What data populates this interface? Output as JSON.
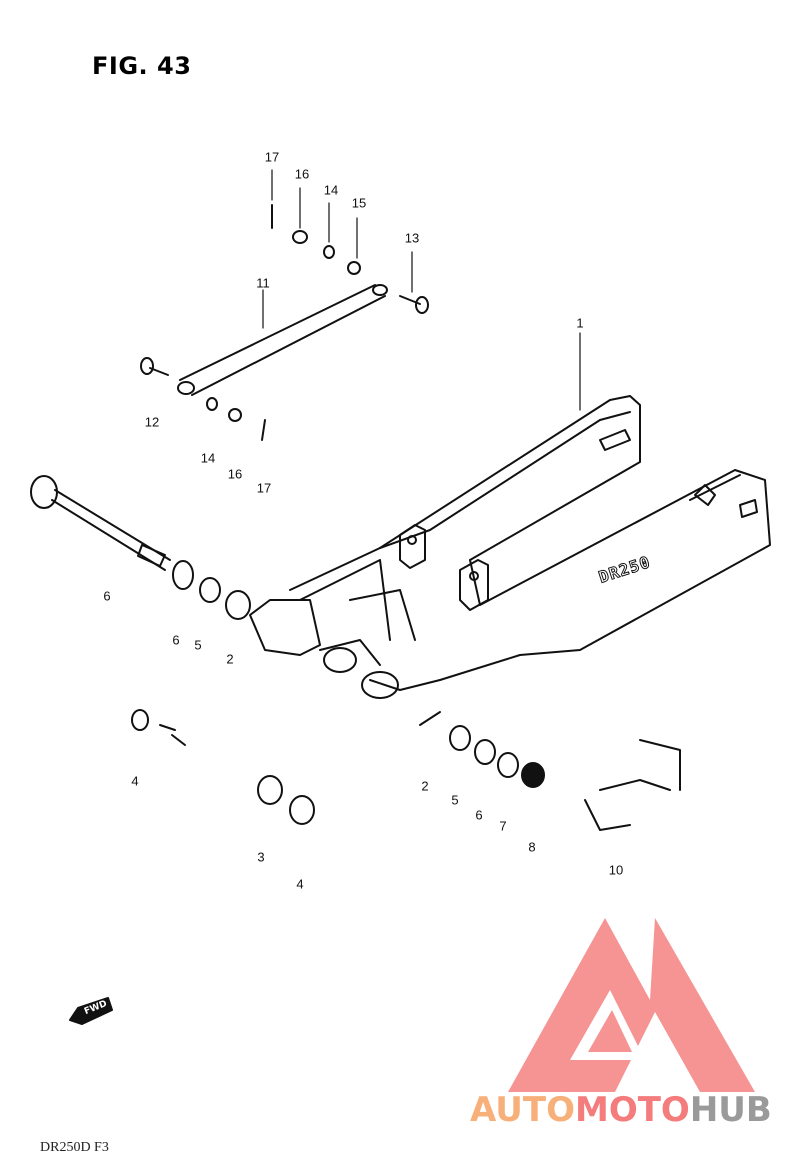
{
  "figure": {
    "title": "FIG. 43"
  },
  "callouts": [
    {
      "id": "c1",
      "text": "1"
    },
    {
      "id": "c11",
      "text": "11"
    },
    {
      "id": "c12",
      "text": "12"
    },
    {
      "id": "c13",
      "text": "13"
    },
    {
      "id": "c14a",
      "text": "14"
    },
    {
      "id": "c15",
      "text": "15"
    },
    {
      "id": "c16a",
      "text": "16"
    },
    {
      "id": "c17a",
      "text": "17"
    },
    {
      "id": "c14b",
      "text": "14"
    },
    {
      "id": "c16b",
      "text": "16"
    },
    {
      "id": "c17b",
      "text": "17"
    },
    {
      "id": "c6a",
      "text": "6"
    },
    {
      "id": "c6b",
      "text": "6"
    },
    {
      "id": "c5a",
      "text": "5"
    },
    {
      "id": "c2a",
      "text": "2"
    },
    {
      "id": "c4a",
      "text": "4"
    },
    {
      "id": "c3a",
      "text": "3"
    },
    {
      "id": "c4b",
      "text": "4"
    },
    {
      "id": "c2b",
      "text": "2"
    },
    {
      "id": "c5b",
      "text": "5"
    },
    {
      "id": "c6c",
      "text": "6"
    },
    {
      "id": "c7",
      "text": "7"
    },
    {
      "id": "c8",
      "text": "8"
    },
    {
      "id": "c10",
      "text": "10"
    }
  ],
  "swingarm_stamp": "DR250",
  "fwd_arrow_label": "FWD",
  "model_code": "DR250D F3",
  "watermark": {
    "part1": "AUTO",
    "part2": "MOTO",
    "part3": "HUB",
    "color_light": "#f7b07a",
    "color_accent": "#f47c7c",
    "color_dark": "#9a9a9a"
  }
}
